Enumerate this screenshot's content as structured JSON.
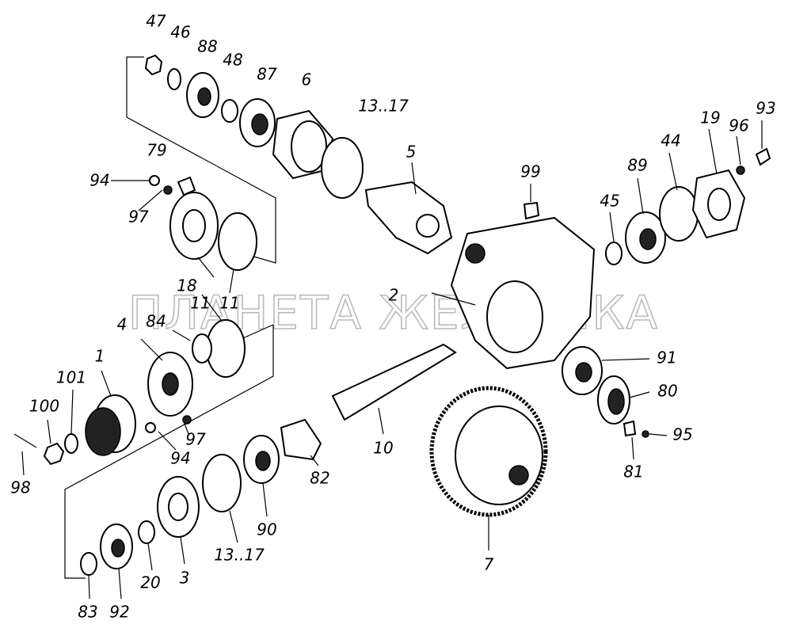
{
  "watermark": "ПЛАНЕТА ЖЕЛЕЗЯКА",
  "labels": [
    {
      "id": "47",
      "text": "47"
    },
    {
      "id": "46",
      "text": "46"
    },
    {
      "id": "88",
      "text": "88"
    },
    {
      "id": "48",
      "text": "48"
    },
    {
      "id": "87",
      "text": "87"
    },
    {
      "id": "6",
      "text": "6"
    },
    {
      "id": "13-17-top",
      "text": "13..17"
    },
    {
      "id": "5",
      "text": "5"
    },
    {
      "id": "99",
      "text": "99"
    },
    {
      "id": "93",
      "text": "93"
    },
    {
      "id": "96",
      "text": "96"
    },
    {
      "id": "19",
      "text": "19"
    },
    {
      "id": "44",
      "text": "44"
    },
    {
      "id": "89",
      "text": "89"
    },
    {
      "id": "45",
      "text": "45"
    },
    {
      "id": "79",
      "text": "79"
    },
    {
      "id": "94-top",
      "text": "94"
    },
    {
      "id": "97-top",
      "text": "97"
    },
    {
      "id": "18",
      "text": "18"
    },
    {
      "id": "11-a",
      "text": "11"
    },
    {
      "id": "11-b",
      "text": "11"
    },
    {
      "id": "2",
      "text": "2"
    },
    {
      "id": "4",
      "text": "4"
    },
    {
      "id": "84",
      "text": "84"
    },
    {
      "id": "1",
      "text": "1"
    },
    {
      "id": "101",
      "text": "101"
    },
    {
      "id": "100",
      "text": "100"
    },
    {
      "id": "97-bottom",
      "text": "97"
    },
    {
      "id": "94-bottom",
      "text": "94"
    },
    {
      "id": "98",
      "text": "98"
    },
    {
      "id": "91",
      "text": "91"
    },
    {
      "id": "80",
      "text": "80"
    },
    {
      "id": "95",
      "text": "95"
    },
    {
      "id": "81",
      "text": "81"
    },
    {
      "id": "10",
      "text": "10"
    },
    {
      "id": "82",
      "text": "82"
    },
    {
      "id": "90",
      "text": "90"
    },
    {
      "id": "13-17-bottom",
      "text": "13..17"
    },
    {
      "id": "7",
      "text": "7"
    },
    {
      "id": "20",
      "text": "20"
    },
    {
      "id": "3",
      "text": "3"
    },
    {
      "id": "83",
      "text": "83"
    },
    {
      "id": "92",
      "text": "92"
    }
  ]
}
